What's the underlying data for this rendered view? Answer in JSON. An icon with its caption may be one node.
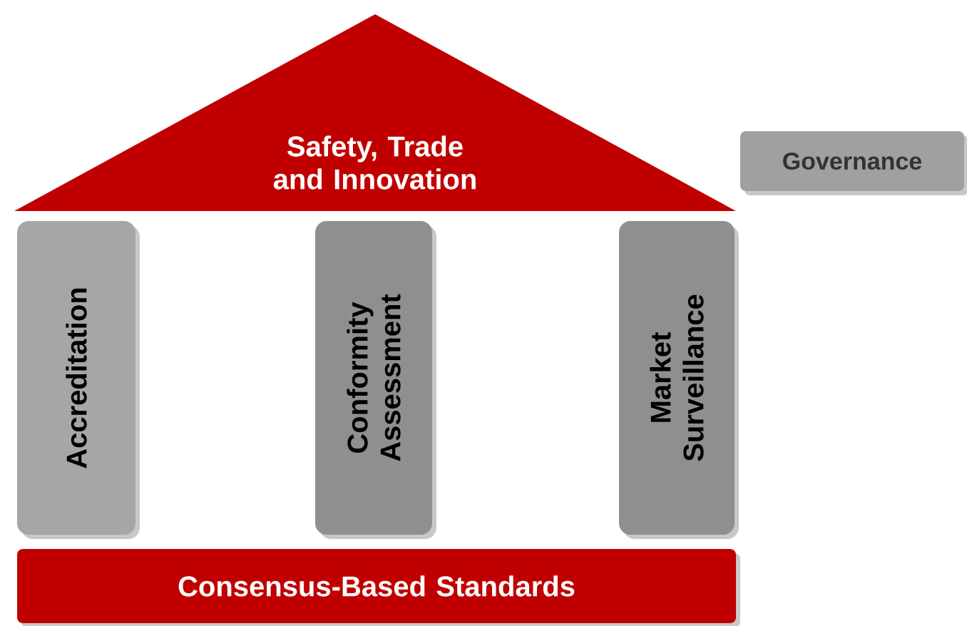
{
  "diagram": {
    "nodes": [
      {
        "text": [
          "Safety, Trade and Innovation"
        ]
      },
      {
        "text": [
          "Governance"
        ]
      },
      {
        "text": [
          "Accreditation"
        ]
      },
      {
        "text": [
          "Conformity Assessment"
        ]
      },
      {
        "text": [
          "Market Surveillance"
        ]
      },
      {
        "text": [
          "Consensus-Based Standards"
        ]
      }
    ]
  }
}
